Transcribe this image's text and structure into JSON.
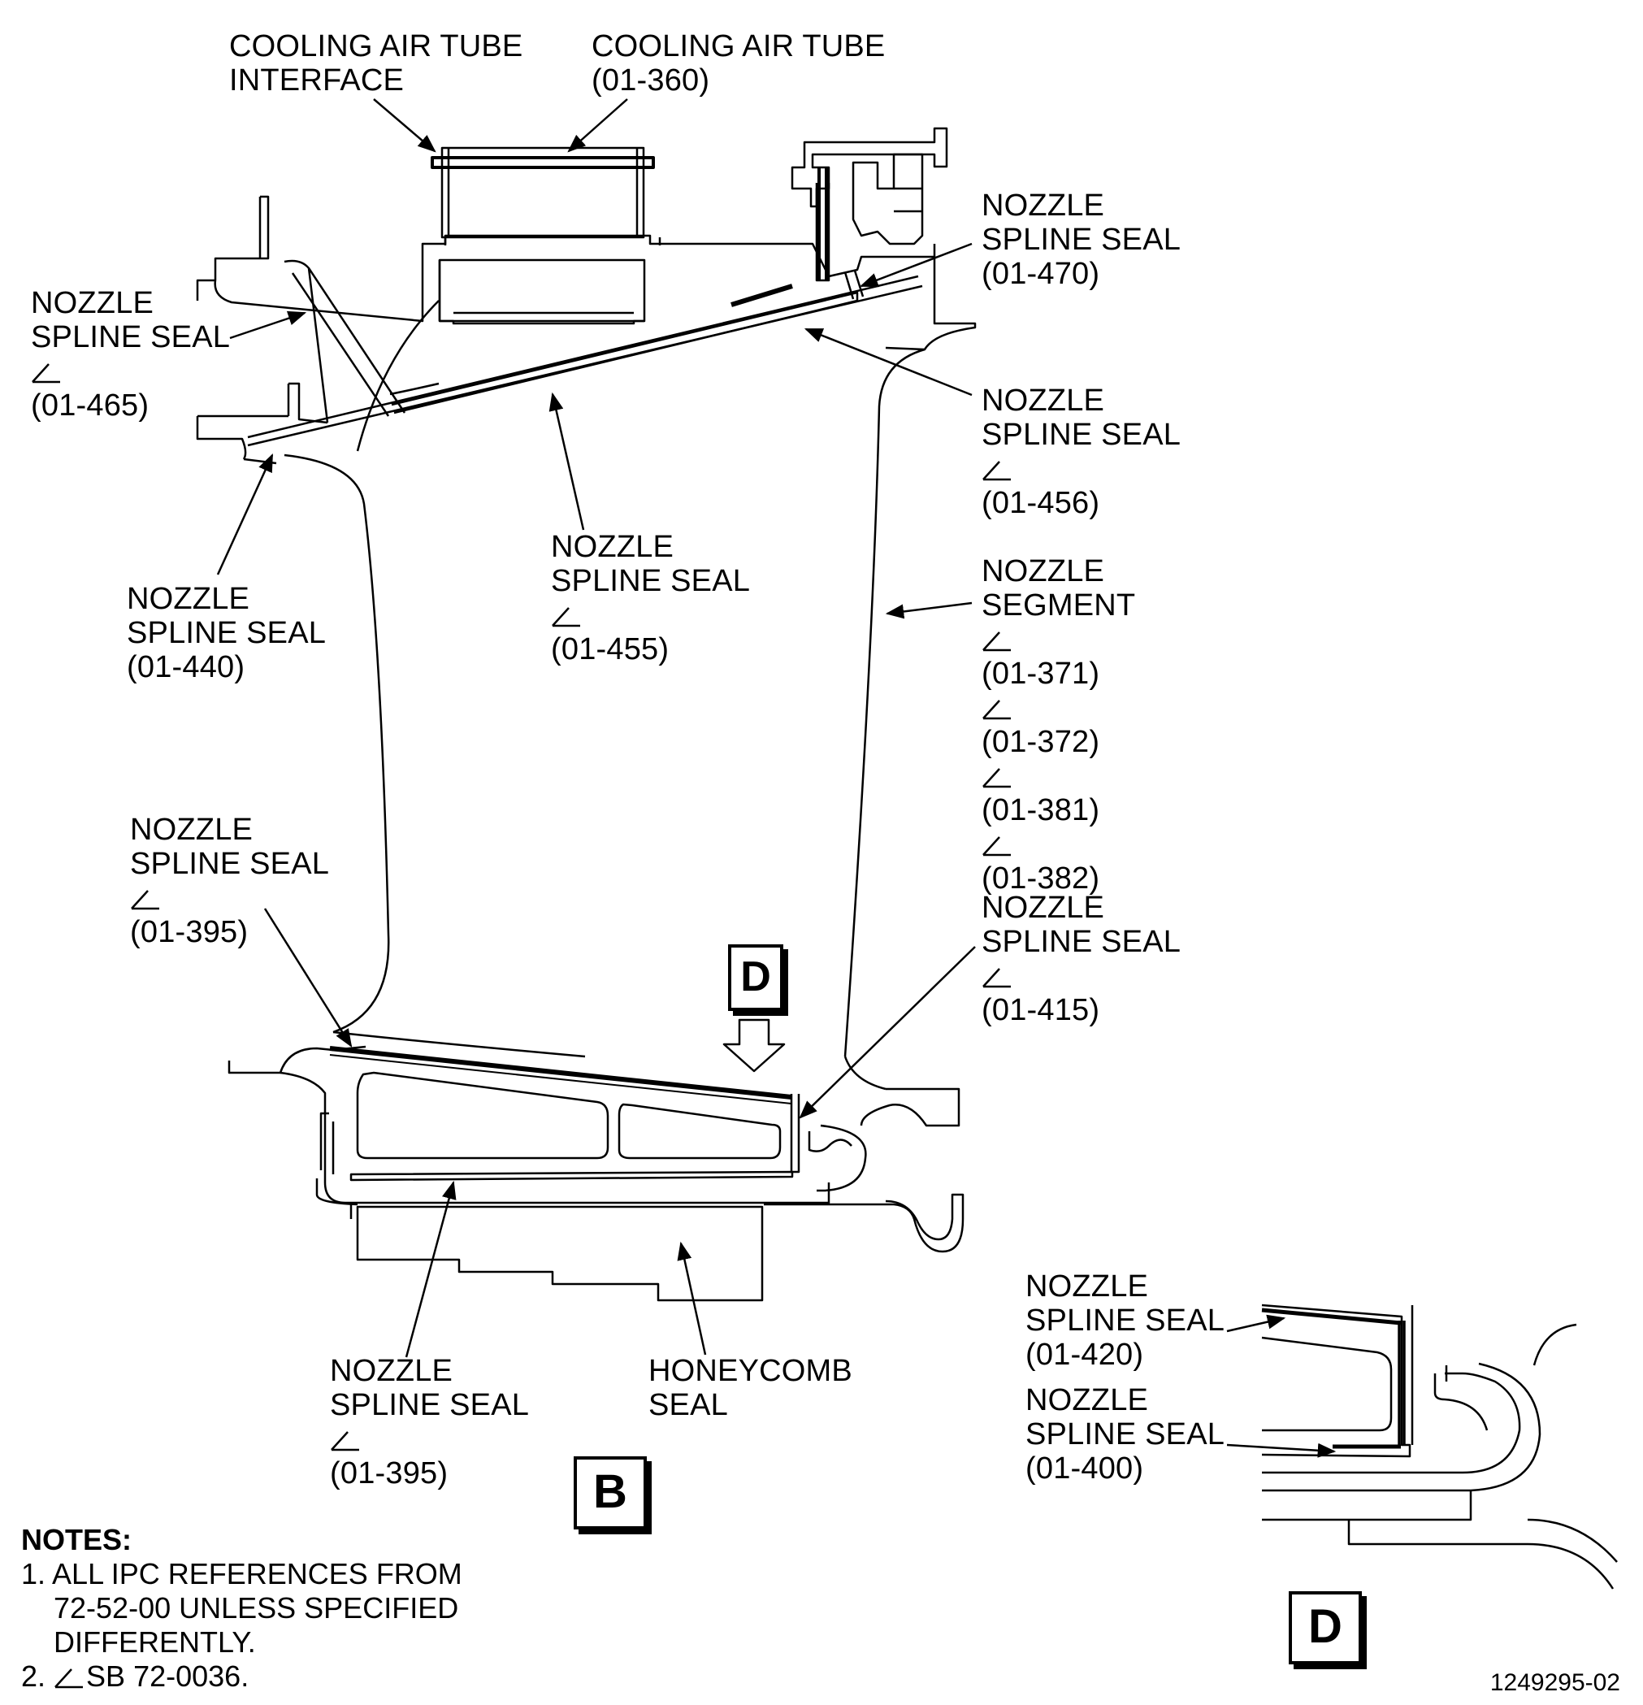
{
  "labels": {
    "cooling_tube_interface": {
      "lines": [
        "COOLING AIR TUBE",
        "INTERFACE"
      ]
    },
    "cooling_tube": {
      "lines": [
        "COOLING AIR TUBE",
        "(01-360)"
      ]
    },
    "seal_470": {
      "lines": [
        "NOZZLE",
        "SPLINE SEAL",
        "(01-470)"
      ]
    },
    "seal_465": {
      "lines": [
        "NOZZLE",
        "SPLINE SEAL"
      ],
      "ref": "(01-465)"
    },
    "seal_456": {
      "lines": [
        "NOZZLE",
        "SPLINE SEAL"
      ],
      "ref": "(01-456)"
    },
    "seal_455": {
      "lines": [
        "NOZZLE",
        "SPLINE SEAL"
      ],
      "ref": "(01-455)"
    },
    "seal_440": {
      "lines": [
        "NOZZLE",
        "SPLINE SEAL",
        "(01-440)"
      ]
    },
    "nozzle_segment": {
      "lines": [
        "NOZZLE",
        "SEGMENT"
      ],
      "refs": [
        "(01-371)",
        "(01-372)",
        "(01-381)",
        "(01-382)"
      ]
    },
    "seal_395_top": {
      "lines": [
        "NOZZLE",
        "SPLINE SEAL"
      ],
      "ref": "(01-395)"
    },
    "seal_415": {
      "lines": [
        "NOZZLE",
        "SPLINE SEAL"
      ],
      "ref": "(01-415)"
    },
    "seal_395_bottom": {
      "lines": [
        "NOZZLE",
        "SPLINE SEAL"
      ],
      "ref": "(01-395)"
    },
    "honeycomb": {
      "lines": [
        "HONEYCOMB",
        "SEAL"
      ]
    },
    "seal_420": {
      "lines": [
        "NOZZLE",
        "SPLINE SEAL",
        "(01-420)"
      ]
    },
    "seal_400": {
      "lines": [
        "NOZZLE",
        "SPLINE SEAL",
        "(01-400)"
      ]
    }
  },
  "view_boxes": {
    "main": "B",
    "detail_arrow": "D",
    "detail": "D"
  },
  "notes": {
    "title": "NOTES:",
    "note1": [
      "1. ALL IPC REFERENCES FROM",
      "72-52-00 UNLESS SPECIFIED",
      "DIFFERENTLY."
    ],
    "note2": "2.",
    "note2_text": "SB 72-0036."
  },
  "figure_number": "1249295-02",
  "icons": {
    "change_mark": "change-bar-icon",
    "view_arrow": "hollow-down-arrow-icon"
  },
  "colors": {
    "ink": "#000000",
    "paper": "#ffffff"
  }
}
